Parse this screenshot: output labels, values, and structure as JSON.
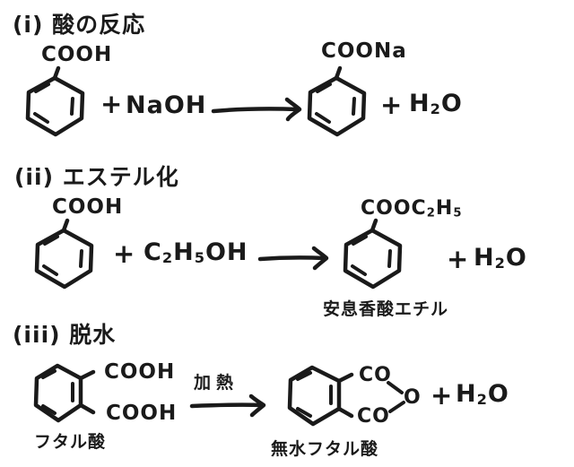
{
  "canvas": {
    "background": "#ffffff",
    "ink": "#1a1a1a"
  },
  "formulas": {
    "plus": "+",
    "cooh": "COOH",
    "coona": "COONa",
    "naoh": "NaOH",
    "co": "CO",
    "o": "O",
    "h2o": {
      "h": "H",
      "two": "2",
      "o": "O"
    },
    "c2h5oh": {
      "c": "C",
      "two": "2",
      "h": "H",
      "five": "5",
      "oh": "OH"
    },
    "cooc2h5": {
      "cooc": "COOC",
      "two": "2",
      "h": "H",
      "five": "5"
    }
  },
  "sections": {
    "i": {
      "title": "(i) 酸の反応"
    },
    "ii": {
      "title": "(ii) エステル化",
      "product_label": "安息香酸エチル"
    },
    "iii": {
      "title": "(iii) 脱水",
      "reactant_label": "フタル酸",
      "arrow_label": "加熱",
      "product_label": "無水フタル酸"
    }
  }
}
